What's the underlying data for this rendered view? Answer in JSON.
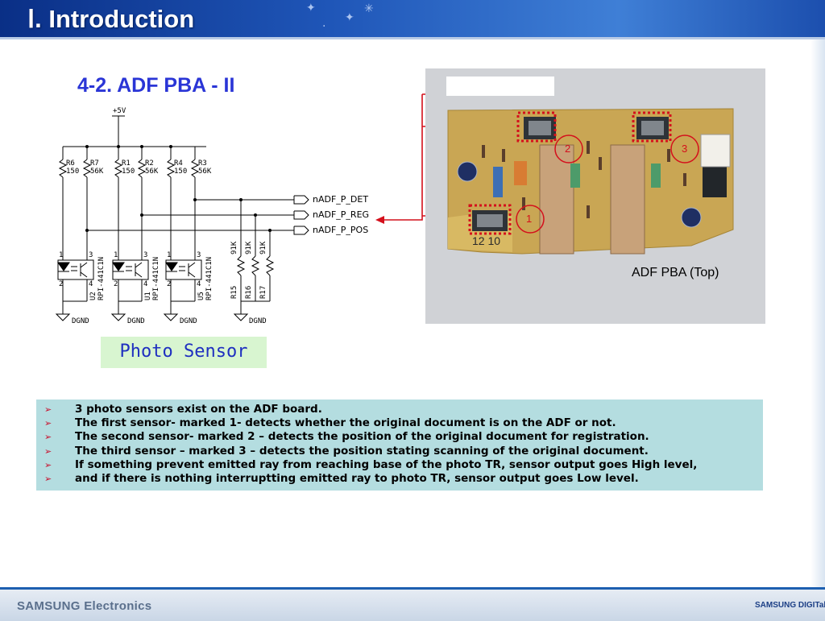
{
  "header": {
    "title": "Ⅰ. Introduction"
  },
  "section_title": "4-2. ADF PBA - II",
  "schematic": {
    "supply": "+5V",
    "resistors_top": [
      {
        "ref": "R6",
        "value": "150"
      },
      {
        "ref": "R7",
        "value": "56K"
      },
      {
        "ref": "R1",
        "value": "150"
      },
      {
        "ref": "R2",
        "value": "56K"
      },
      {
        "ref": "R4",
        "value": "150"
      },
      {
        "ref": "R3",
        "value": "56K"
      }
    ],
    "signals": [
      "nADF_P_DET",
      "nADF_P_REG",
      "nADF_P_POS"
    ],
    "pullups": [
      {
        "ref": "R15",
        "value": "91K"
      },
      {
        "ref": "R16",
        "value": "91K"
      },
      {
        "ref": "R17",
        "value": "91K"
      }
    ],
    "sensors": [
      {
        "ref": "U2",
        "part": "RPI-441C1N"
      },
      {
        "ref": "U1",
        "part": "RPI-441C1N"
      },
      {
        "ref": "U5",
        "part": "RPI-441C1N"
      }
    ],
    "pin_numbers": {
      "p1": "1",
      "p2": "2",
      "p3": "3",
      "p4": "4"
    },
    "ground": "DGND"
  },
  "photo_sensor_label": "Photo Sensor",
  "photo": {
    "caption": "ADF PBA (Top)",
    "markers": [
      "1",
      "2",
      "3"
    ],
    "board_text": "12 10"
  },
  "notes": [
    "3 photo sensors exist on the ADF board.",
    "The first sensor- marked 1- detects whether the original document is on the ADF or not.",
    "The second sensor- marked 2 – detects the position of the original document for registration.",
    "The third sensor – marked 3 – detects the position stating scanning of the original document.",
    "If something prevent emitted ray from reaching base of the photo TR, sensor output goes High level,",
    "and if there is nothing interruptting emitted ray to photo TR, sensor output goes Low level."
  ],
  "footer": {
    "left": "SAMSUNG Electronics",
    "right": "SAMSUNG DIGITall"
  },
  "colors": {
    "header_blue": "#1f56b8",
    "section_title": "#2a35d6",
    "note_bg": "#b4dde0",
    "label_bg": "#d8f5d0",
    "marker_red": "#d4101c"
  }
}
